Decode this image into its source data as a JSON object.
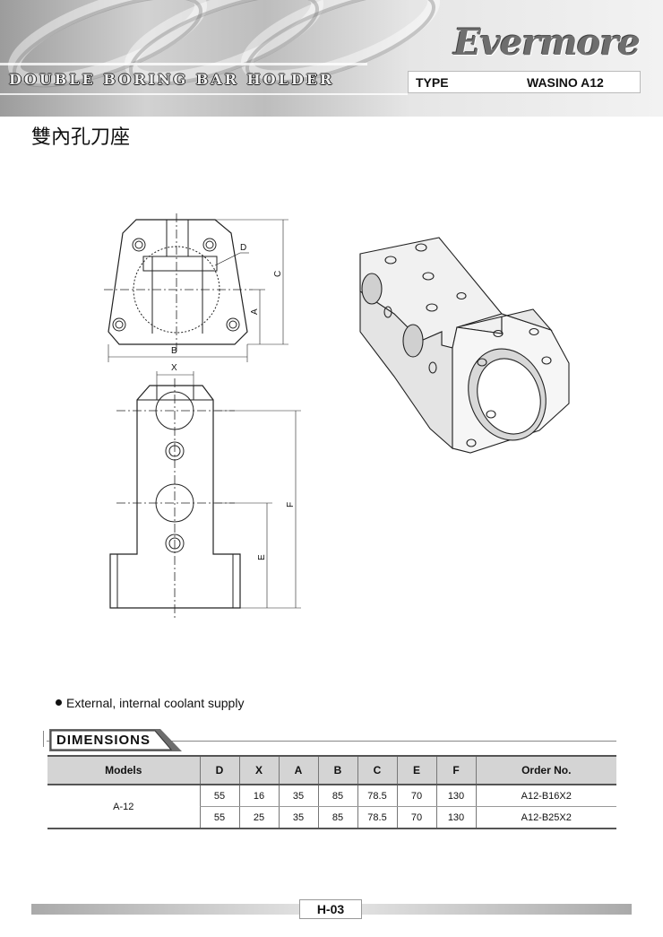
{
  "header": {
    "brand": "Evermore",
    "title": "DOUBLE BORING BAR HOLDER",
    "type_label": "TYPE",
    "type_value": "WASINO  A12",
    "subtitle_cn": "雙內孔刀座"
  },
  "drawing": {
    "labels": {
      "D": "D",
      "C": "C",
      "A": "A",
      "B": "B",
      "X": "X",
      "F": "F",
      "E": "E"
    }
  },
  "features": [
    "External, internal coolant supply"
  ],
  "dimensions": {
    "heading": "DIMENSIONS",
    "columns": [
      "Models",
      "D",
      "X",
      "A",
      "B",
      "C",
      "E",
      "F",
      "Order No."
    ],
    "model": "A-12",
    "rows": [
      [
        "55",
        "16",
        "35",
        "85",
        "78.5",
        "70",
        "130",
        "A12-B16X2"
      ],
      [
        "55",
        "25",
        "35",
        "85",
        "78.5",
        "70",
        "130",
        "A12-B25X2"
      ]
    ]
  },
  "footer": {
    "page": "H-03"
  }
}
